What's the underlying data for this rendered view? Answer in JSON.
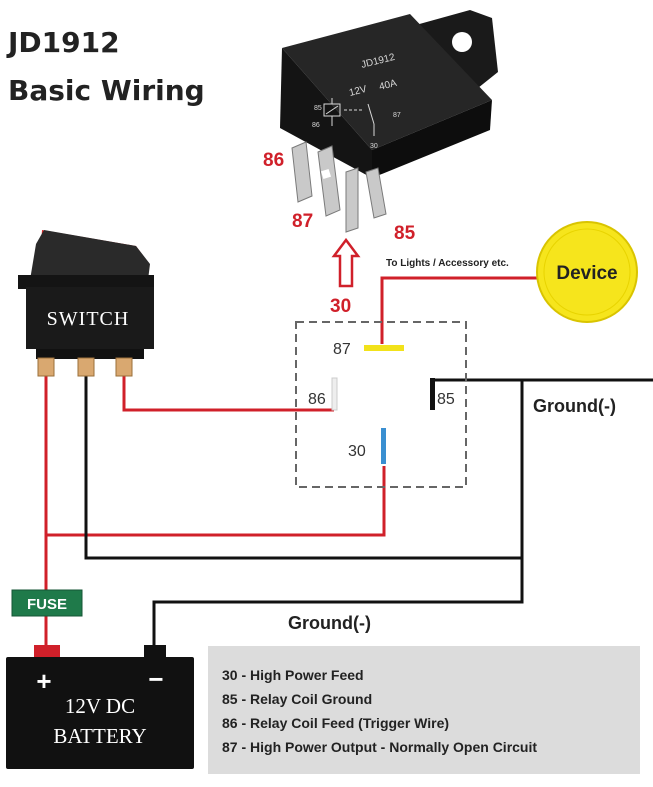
{
  "title": {
    "line1": "JD1912",
    "line2": "Basic Wiring"
  },
  "relay_photo": {
    "model": "JD1912",
    "voltage": "12V",
    "current": "40A",
    "pin85": "85",
    "pin86": "86",
    "pin87": "87",
    "pin30": "30",
    "callout_86": "86",
    "callout_87": "87",
    "callout_85": "85",
    "callout_30": "30"
  },
  "schematic": {
    "pin87": "87",
    "pin86": "86",
    "pin85": "85",
    "pin30": "30"
  },
  "labels": {
    "to_lights": "To Lights / Accessory etc.",
    "device": "Device",
    "ground_right": "Ground(-)",
    "ground_bottom": "Ground(-)",
    "switch": "SWITCH",
    "fuse": "FUSE",
    "battery_line1": "12V DC",
    "battery_line2": "BATTERY",
    "battery_plus": "+",
    "battery_minus": "−"
  },
  "legend": [
    "30 - High Power Feed",
    "85 - Relay Coil Ground",
    "86 - Relay Coil Feed (Trigger Wire)",
    "87 - High Power Output - Normally Open Circuit"
  ],
  "colors": {
    "wire_red": "#d0202a",
    "wire_black": "#111111",
    "pin_87": "#f2e21a",
    "pin_30": "#3a8fd1",
    "device_fill": "#f6e51c",
    "legend_bg": "#dcdcdc",
    "fuse_green": "#1f7a4a"
  }
}
